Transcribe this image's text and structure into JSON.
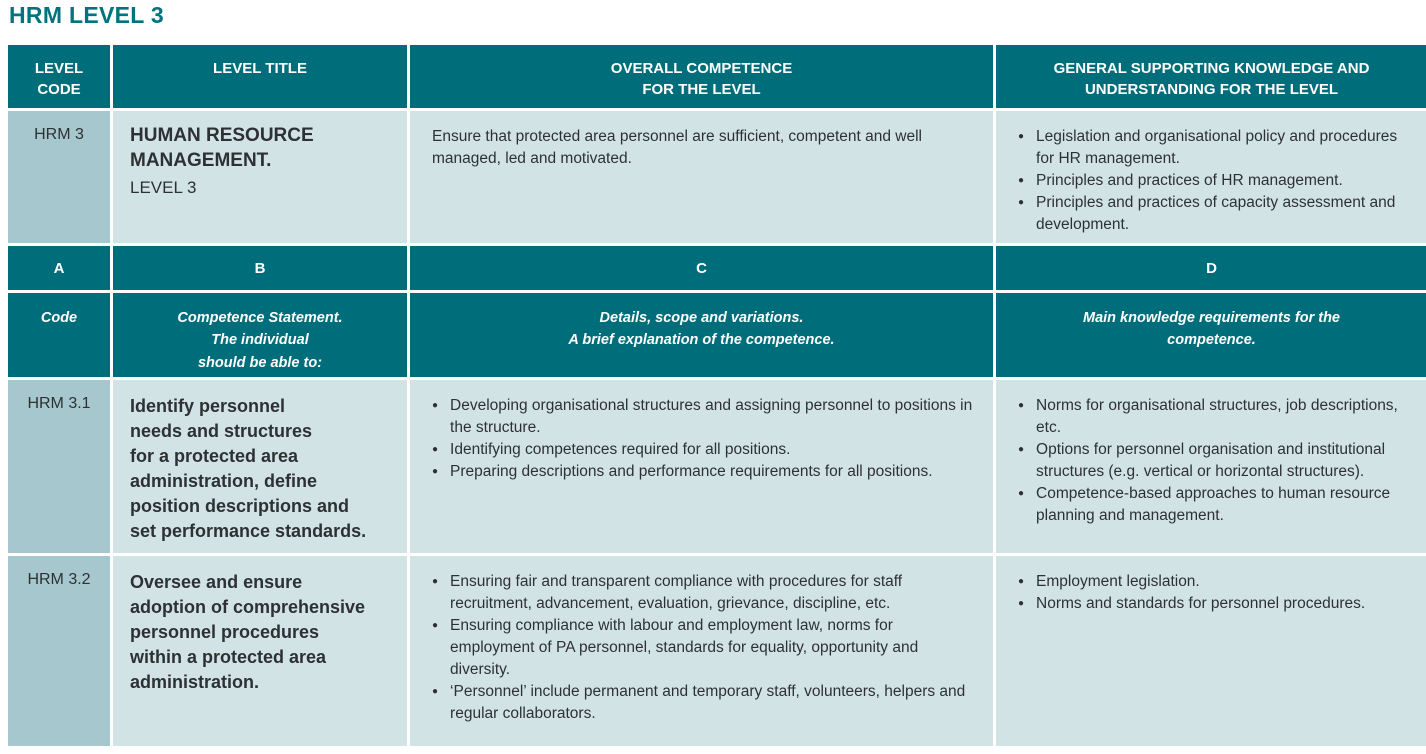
{
  "title": "HRM LEVEL 3",
  "colors": {
    "teal": "#006e7a",
    "title_teal": "#00737f",
    "code_col_bg": "#a6c7cd",
    "cell_bg": "#d2e3e6",
    "text": "#2d3133",
    "header_text": "#ffffff"
  },
  "table": {
    "header_row": {
      "level_code": "LEVEL\nCODE",
      "level_title": "LEVEL TITLE",
      "overall_competence": "OVERALL COMPETENCE\nFOR THE LEVEL",
      "general_knowledge": "GENERAL SUPPORTING KNOWLEDGE AND\nUNDERSTANDING FOR THE LEVEL"
    },
    "level_row": {
      "code": "HRM 3",
      "title_main": "HUMAN RESOURCE\nMANAGEMENT.",
      "title_sub": "LEVEL 3",
      "competence": "Ensure that protected area personnel are sufficient, competent and well managed, led and motivated.",
      "knowledge": [
        "Legislation and organisational policy and procedures for HR management.",
        "Principles and practices of HR management.",
        "Principles and practices of capacity assessment and development."
      ]
    },
    "letter_row": {
      "a": "A",
      "b": "B",
      "c": "C",
      "d": "D"
    },
    "subheader_row": {
      "code": "Code",
      "statement": "Competence Statement.\nThe individual\nshould be able to:",
      "details": "Details, scope and variations.\nA brief explanation of the competence.",
      "knowledge": "Main knowledge requirements for the\ncompetence."
    },
    "rows": [
      {
        "code": "HRM 3.1",
        "statement": "Identify personnel\nneeds and structures\nfor a protected area\nadministration, define\nposition descriptions and\nset performance standards.",
        "details": [
          "Developing organisational structures and assigning personnel to positions in the structure.",
          "Identifying competences required for all positions.",
          "Preparing descriptions and performance requirements for all positions."
        ],
        "knowledge": [
          "Norms for organisational structures, job descriptions, etc.",
          "Options for personnel organisation and institutional structures (e.g. vertical or horizontal structures).",
          "Competence-based approaches to human resource planning and management."
        ]
      },
      {
        "code": "HRM 3.2",
        "statement": "Oversee and ensure\nadoption of comprehensive\npersonnel procedures\nwithin a protected area\nadministration.",
        "details": [
          "Ensuring fair and transparent compliance with procedures for staff recruitment, advancement, evaluation, grievance, discipline, etc.",
          "Ensuring compliance with labour and employment law, norms for employment of PA personnel, standards for equality, opportunity and diversity.",
          "‘Personnel’ include permanent and temporary staff, volunteers, helpers and regular collaborators."
        ],
        "knowledge": [
          "Employment legislation.",
          "Norms and standards for personnel procedures."
        ]
      }
    ]
  }
}
